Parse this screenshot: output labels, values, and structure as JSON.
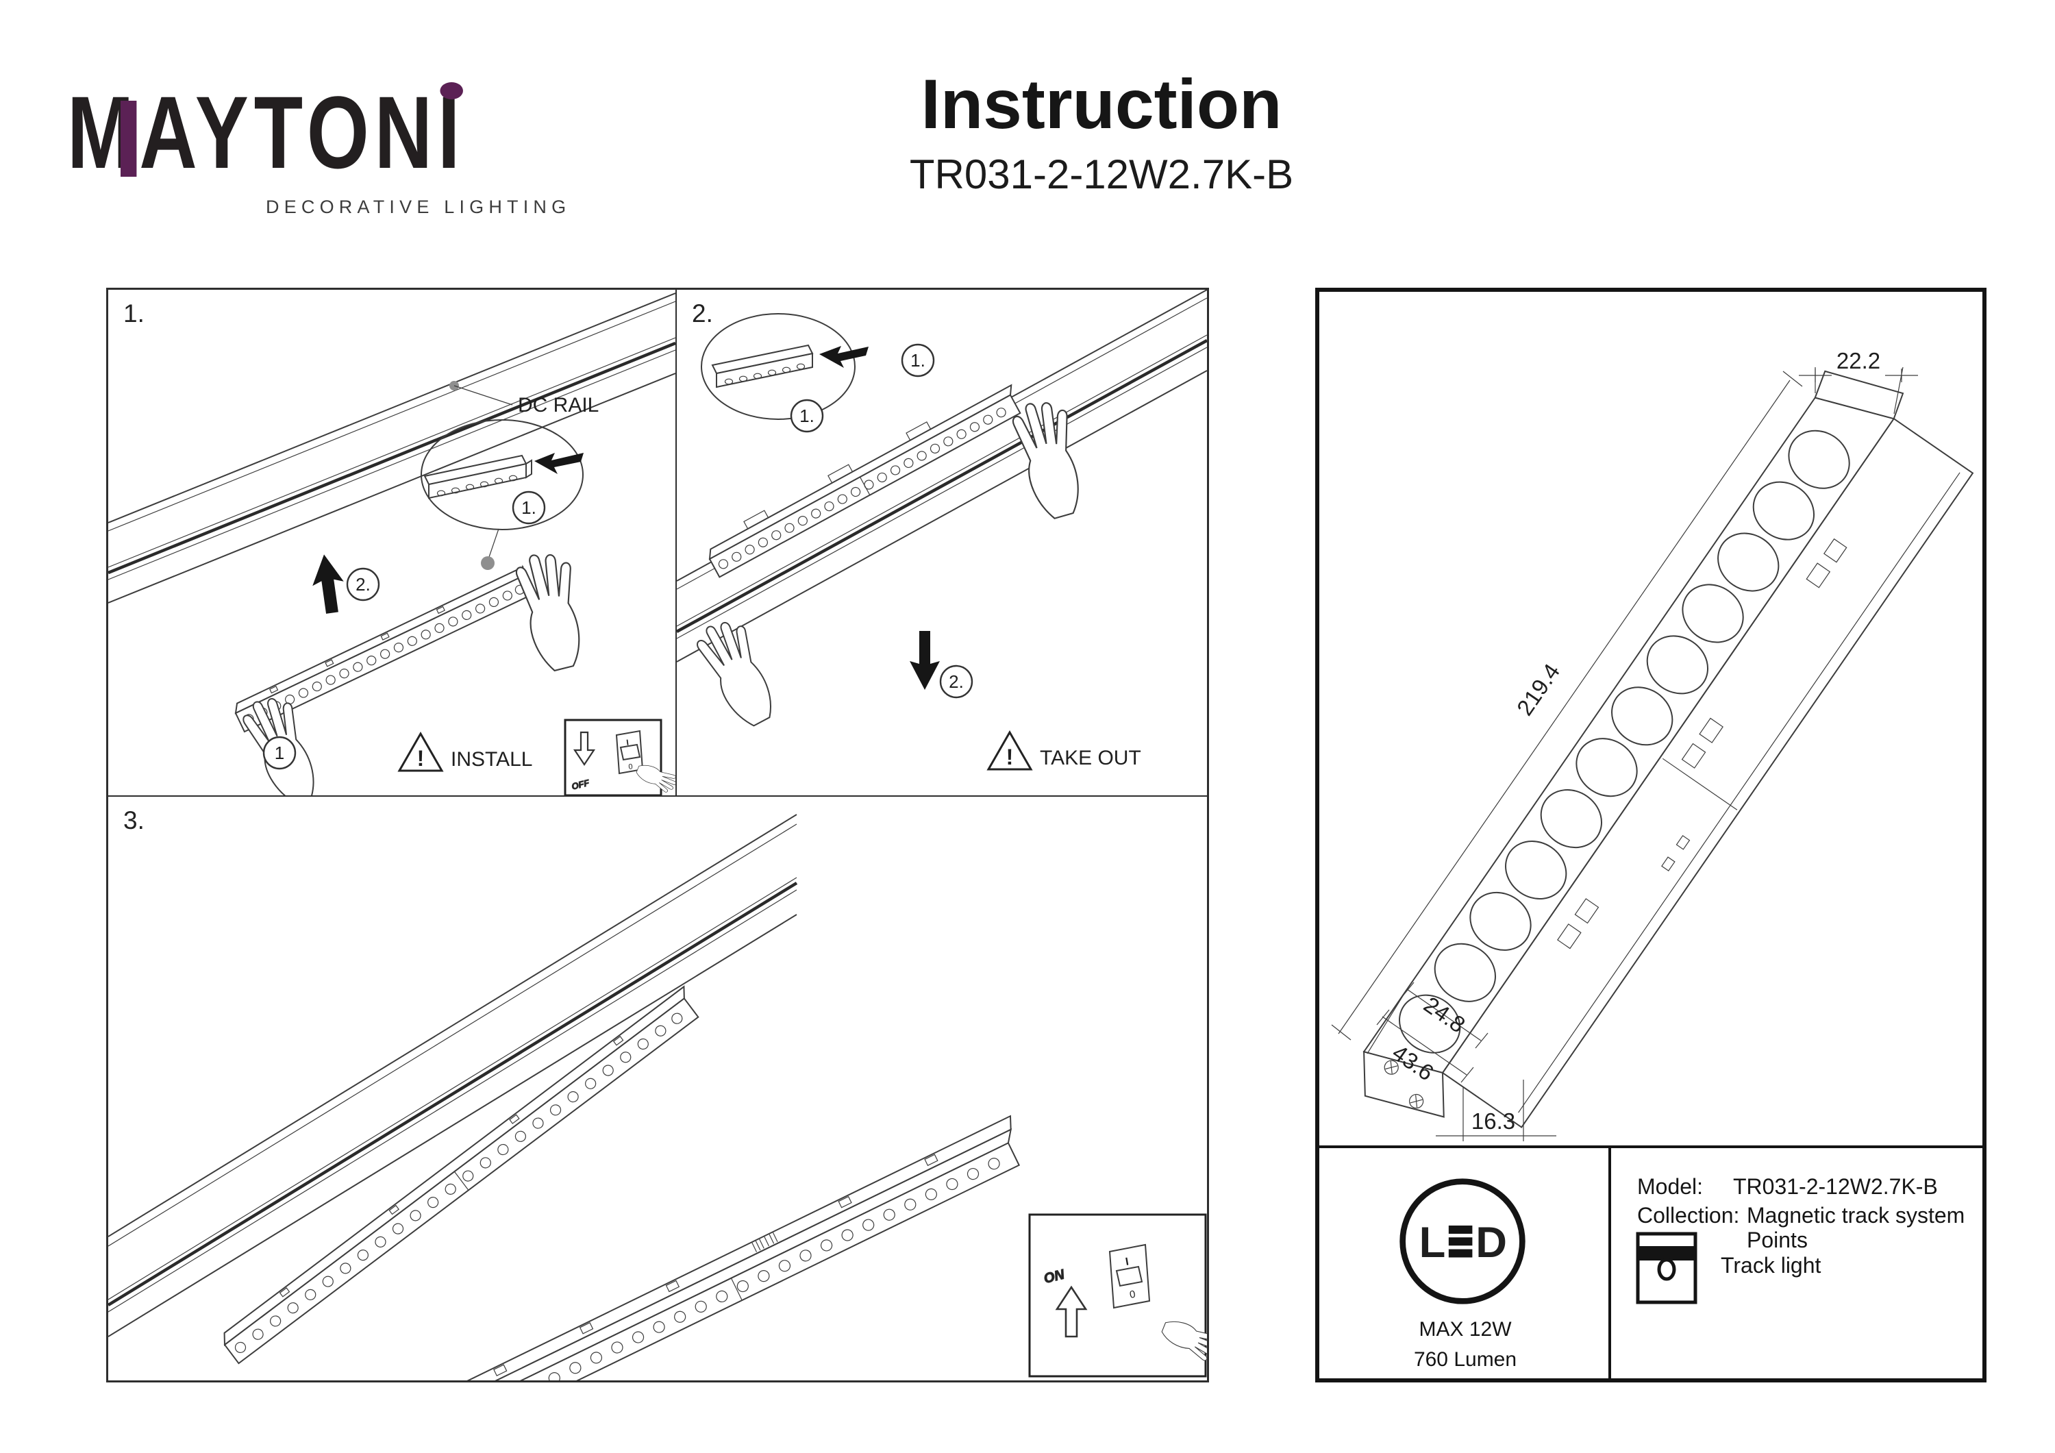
{
  "header": {
    "brand_m": "M",
    "brand_rest": "AYTON",
    "brand_i": "I",
    "tagline": "DECORATIVE LIGHTING",
    "title": "Instruction",
    "model_code": "TR031-2-12W2.7K-B",
    "brand_color": "#5b2155"
  },
  "step1": {
    "number": "1.",
    "rail_label": "DC RAIL",
    "zoom_callout": "1.",
    "lift_callout": "2.",
    "hold_callout": "1",
    "warning_mark": "!",
    "warning_label": "INSTALL",
    "switch_word": "OFF",
    "switch_on": "I",
    "switch_off": "0"
  },
  "step2": {
    "number": "2.",
    "zoom_callout": "1.",
    "rail_callout": "1.",
    "pull_callout": "2.",
    "warning_mark": "!",
    "warning_label": "TAKE OUT"
  },
  "step3": {
    "number": "3.",
    "switch_word": "ON",
    "switch_on": "I",
    "switch_off": "0"
  },
  "dimensions": {
    "top_width": "22.2",
    "length": "219.4",
    "head_depth": "24.8",
    "total_height": "43.6",
    "base_width": "16.3"
  },
  "spec": {
    "led_l": "L",
    "led_d": "D",
    "max_power": "MAX 12W",
    "flux": "760 Lumen",
    "model_label": "Model:",
    "model_value": "TR031-2-12W2.7K-B",
    "collection_label": "Collection:",
    "collection_value": "Magnetic track system",
    "type_line1": "Points",
    "type_line2": "Track light"
  }
}
